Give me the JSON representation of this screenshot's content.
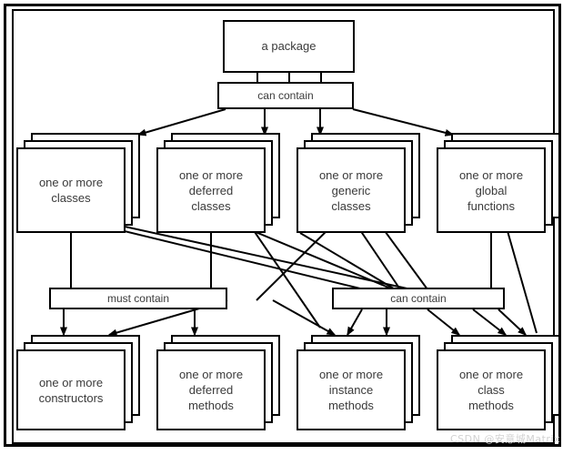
{
  "diagram": {
    "title": "a package",
    "watermark": "CSDN @安意城Matrix",
    "top": {
      "package_box": "a package",
      "can_contain_bar": "can contain"
    },
    "middle_row": [
      {
        "label": "one or more\nclasses"
      },
      {
        "label": "one or more\ndeferred\nclasses"
      },
      {
        "label": "one or more\ngeneric\nclasses"
      },
      {
        "label": "one or more\nglobal\nfunctions"
      }
    ],
    "relation_bars": [
      {
        "label": "must contain"
      },
      {
        "label": "can contain"
      }
    ],
    "bottom_row": [
      {
        "label": "one or more\nconstructors"
      },
      {
        "label": "one or more\ndeferred\nmethods"
      },
      {
        "label": "one or more\ninstance\nmethods"
      },
      {
        "label": "one or more\nclass\nmethods"
      }
    ],
    "colors": {
      "stroke": "#000000",
      "fill": "#ffffff",
      "text": "#3a3a3a",
      "watermark": "#d2d2d2"
    }
  }
}
